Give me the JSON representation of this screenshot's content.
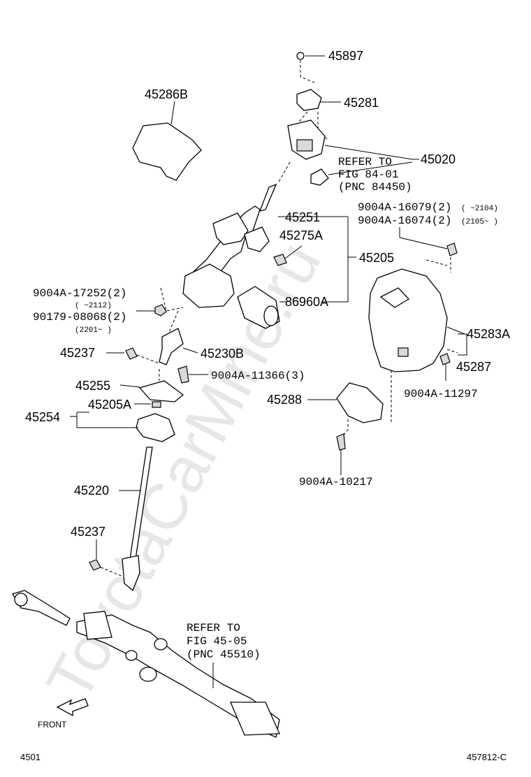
{
  "labels": {
    "l45897": "45897",
    "l45281": "45281",
    "l45286B": "45286B",
    "l45020": "45020",
    "refer1_1": "REFER TO",
    "refer1_2": "FIG 84-01",
    "refer1_3": "(PNC 84450)",
    "l9004A16079": "9004A-16079(2)",
    "l9004A16079_date": "(      ~2104)",
    "l9004A16074": "9004A-16074(2)",
    "l9004A16074_date": "(2105~      )",
    "l45251": "45251",
    "l45275A": "45275A",
    "l45205": "45205",
    "l9004A17252": "9004A-17252(2)",
    "l9004A17252_date": "(      ~2112)",
    "l90179": "90179-08068(2)",
    "l90179_date": "(2201~      )",
    "l86960A": "86960A",
    "l45283A": "45283A",
    "l45237a": "45237",
    "l45230B": "45230B",
    "l45287": "45287",
    "l9004A11366": "9004A-11366(3)",
    "l9004A11297": "9004A-11297",
    "l45255": "45255",
    "l45205A": "45205A",
    "l45288": "45288",
    "l45254": "45254",
    "l9004A10217": "9004A-10217",
    "l45220": "45220",
    "l45237b": "45237",
    "refer2_1": "REFER TO",
    "refer2_2": "FIG 45-05",
    "refer2_3": "(PNC 45510)",
    "front": "FRONT"
  },
  "footer": {
    "left": "4501",
    "right": "457812-C"
  },
  "watermark": "ToyotaCarMine.ru"
}
